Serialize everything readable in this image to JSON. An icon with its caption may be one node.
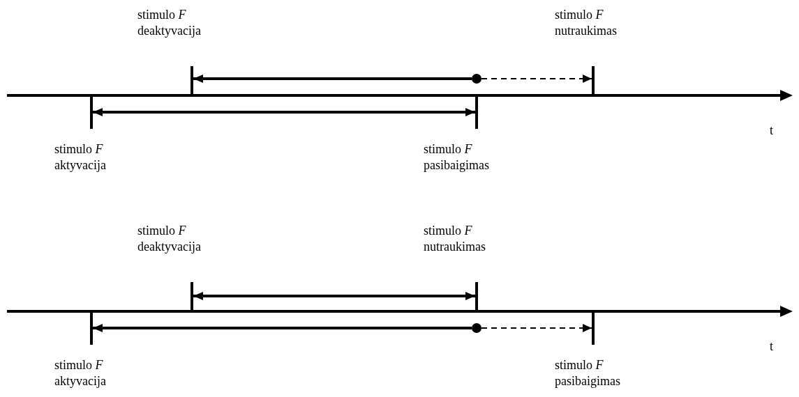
{
  "diagram": {
    "nodes": [
      {
        "text": [
          "stimulo *F* deaktyvacija"
        ]
      },
      {
        "text": [
          "stimulo *F* nutraukimas"
        ]
      },
      {
        "text": [],
        "shape": "circle"
      },
      {
        "text": [
          "stimulo *F* aktyvacija"
        ]
      },
      {
        "text": [
          "stimulo *F* pasibaigimas"
        ]
      },
      {
        "text": [
          "stimulo *F* deaktyvacija"
        ]
      },
      {
        "text": [
          "stimulo *F* nutraukimas"
        ]
      },
      {
        "text": [
          "stimulo *F* aktyvacija"
        ]
      },
      {
        "text": [],
        "shape": "circle"
      },
      {
        "text": [
          "stimulo *F* pasibaigimas"
        ]
      }
    ],
    "edges": [
      {
        "from": 2,
        "to": 0,
        "arrow": "to"
      },
      {
        "from": 2,
        "to": 1,
        "arrow": "to",
        "style": "dashed"
      },
      {
        "from": 3,
        "to": 4,
        "arrow": "both"
      },
      {
        "from": 5,
        "to": 6,
        "arrow": "both"
      },
      {
        "from": 8,
        "to": 7,
        "arrow": "to"
      },
      {
        "from": 8,
        "to": 9,
        "arrow": "to",
        "style": "dashed"
      }
    ],
    "labels": [
      "t",
      "t"
    ]
  }
}
